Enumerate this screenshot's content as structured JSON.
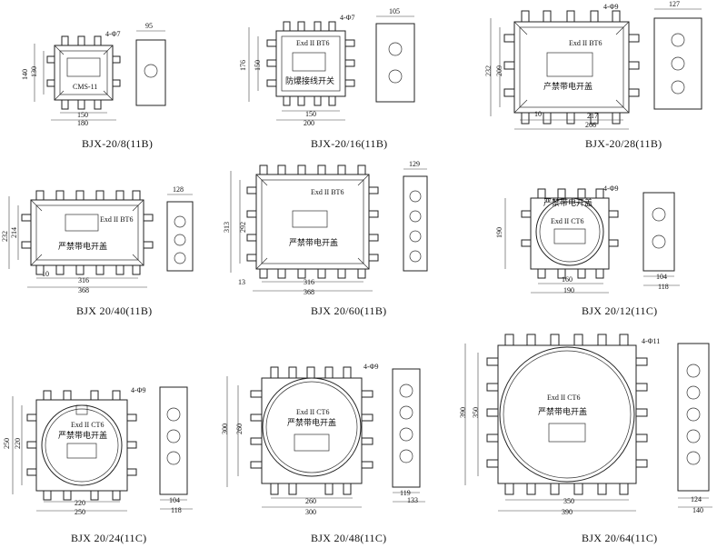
{
  "models": [
    {
      "caption": "BJX-20/8(11B)",
      "dims": {
        "w1": "150",
        "w2": "180",
        "h1": "130",
        "h2": "140",
        "depth": "95",
        "hole": "4-Φ7"
      },
      "marking": "CMS-11"
    },
    {
      "caption": "BJX-20/16(11B)",
      "dims": {
        "w1": "150",
        "w2": "200",
        "h1": "150",
        "h2": "176",
        "depth": "105",
        "hole": "4-Φ7"
      },
      "marking": "Exd II BT6",
      "name": "防爆接线开关"
    },
    {
      "caption": "BJX-20/28(11B)",
      "dims": {
        "w1": "217",
        "w2": "266",
        "h1": "209",
        "h2": "232",
        "depth": "127",
        "hole": "4-Φ9",
        "a": "10"
      },
      "marking": "Exd II BT6",
      "name": "产禁带电开盖"
    },
    {
      "caption": "BJX 20/40(11B)",
      "dims": {
        "w1": "316",
        "w2": "368",
        "h1": "214",
        "h2": "232",
        "depth": "128",
        "a": "10"
      },
      "marking": "Exd II BT6",
      "name": "严禁带电开盖"
    },
    {
      "caption": "BJX 20/60(11B)",
      "dims": {
        "w1": "316",
        "w2": "368",
        "h1": "292",
        "h2": "313",
        "depth": "129",
        "a": "13"
      },
      "marking": "Exd II BT6",
      "name": "严禁带电开盖"
    },
    {
      "caption": "BJX 20/12(11C)",
      "dims": {
        "w1": "160",
        "w2": "190",
        "h1": "190",
        "depth1": "104",
        "depth2": "118",
        "hole": "4-Φ9"
      },
      "marking": "Exd II CT6",
      "name": "严禁带电开盖"
    },
    {
      "caption": "BJX 20/24(11C)",
      "dims": {
        "w1": "220",
        "w2": "250",
        "h1": "220",
        "h2": "250",
        "depth1": "104",
        "depth2": "118",
        "hole": "4-Φ9"
      },
      "marking": "Exd II CT6",
      "name": "严禁带电开盖"
    },
    {
      "caption": "BJX 20/48(11C)",
      "dims": {
        "w1": "260",
        "w2": "300",
        "h1": "260",
        "h2": "300",
        "depth1": "119",
        "depth2": "133",
        "hole": "4-Φ9"
      },
      "marking": "Exd II CT6",
      "name": "严禁带电开盖"
    },
    {
      "caption": "BJX 20/64(11C)",
      "dims": {
        "w1": "350",
        "w2": "390",
        "h1": "350",
        "h2": "390",
        "depth1": "124",
        "depth2": "140",
        "hole": "4-Φ11"
      },
      "marking": "Exd II CT6",
      "name": "严禁带电开盖"
    }
  ]
}
